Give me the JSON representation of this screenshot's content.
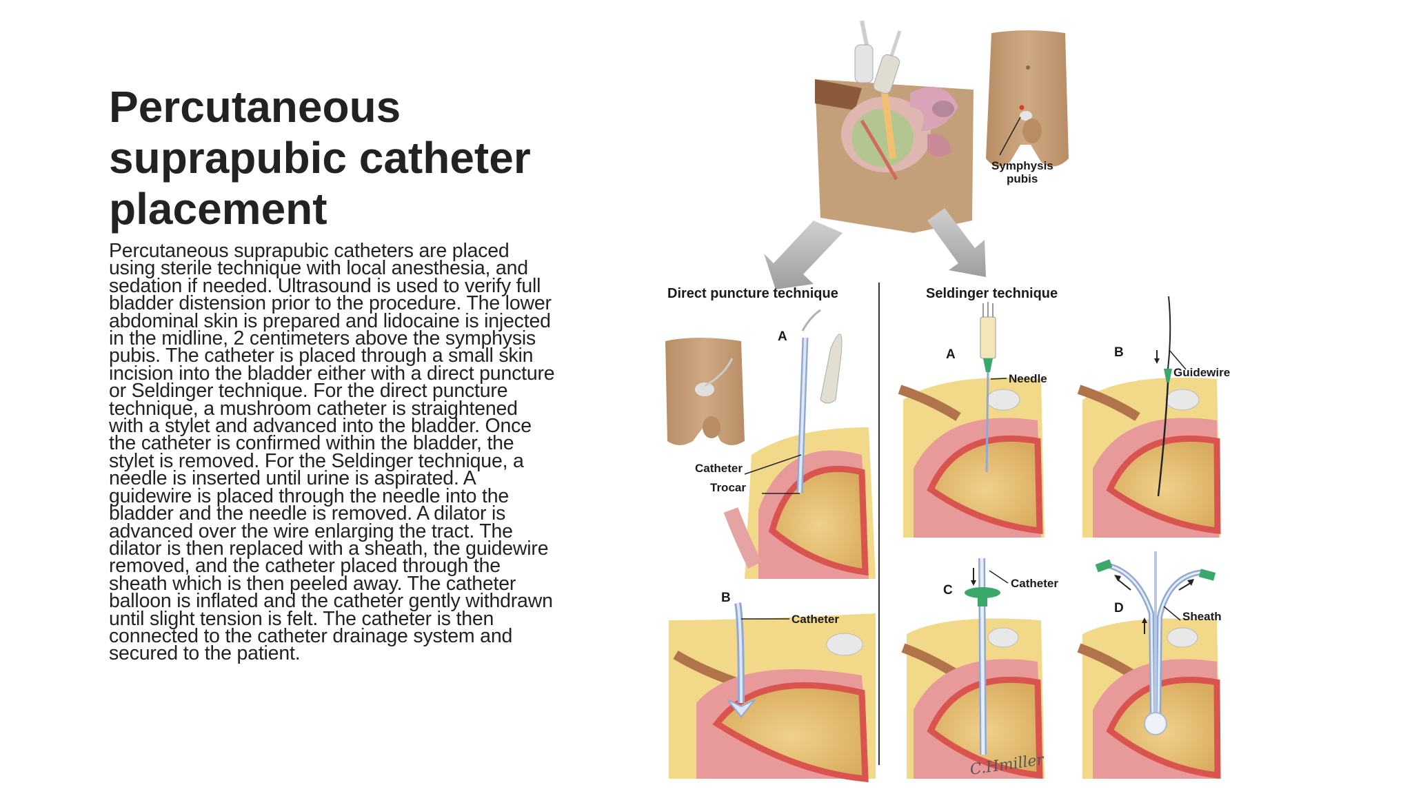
{
  "slide": {
    "title": "Percutaneous suprapubic catheter placement",
    "body": "Percutaneous suprapubic catheters are placed using sterile technique with local anesthesia, and sedation if needed. Ultrasound is used to verify full bladder distension prior to the procedure. The lower abdominal skin is prepared and lidocaine is injected in the midline, 2 centimeters above the symphysis pubis. The catheter is placed through a small skin incision into the bladder either with a direct puncture or Seldinger technique. For the direct puncture technique, a mushroom catheter is straightened with a stylet and advanced into the bladder. Once the catheter is confirmed within the bladder, the stylet is removed. For the Seldinger technique, a needle is inserted until urine is aspirated. A guidewire is placed through the needle into the bladder and the needle is removed. A dilator is advanced over the wire enlarging the tract. The dilator is then replaced with a sheath, the guidewire removed, and the catheter placed through the sheath which is then peeled away. The catheter balloon is inflated and the catheter gently withdrawn until slight tension is felt. The catheter is then connected to the catheter drainage system and secured to the patient."
  },
  "figure": {
    "top_label_line1": "Symphysis",
    "top_label_line2": "pubis",
    "left_heading": "Direct puncture technique",
    "right_heading": "Seldinger technique",
    "direct": {
      "a_letter": "A",
      "catheter_label": "Catheter",
      "trocar_label": "Trocar",
      "b_letter": "B",
      "b_catheter_label": "Catheter"
    },
    "seldinger": {
      "a_letter": "A",
      "needle_label": "Needle",
      "b_letter": "B",
      "guidewire_label": "Guidewire",
      "c_letter": "C",
      "catheter_label": "Catheter",
      "d_letter": "D",
      "sheath_label": "Sheath"
    },
    "signature": "C.Hmiller",
    "colors": {
      "skin": "#c9a27e",
      "bladder_wall": "#d9534f",
      "bladder_fill": "#e8c57a",
      "fat": "#f2d98a",
      "tissue_pink": "#e9a4a4",
      "instrument_green": "#3aa86b",
      "arrow_gray": "#b9b9b9"
    }
  }
}
